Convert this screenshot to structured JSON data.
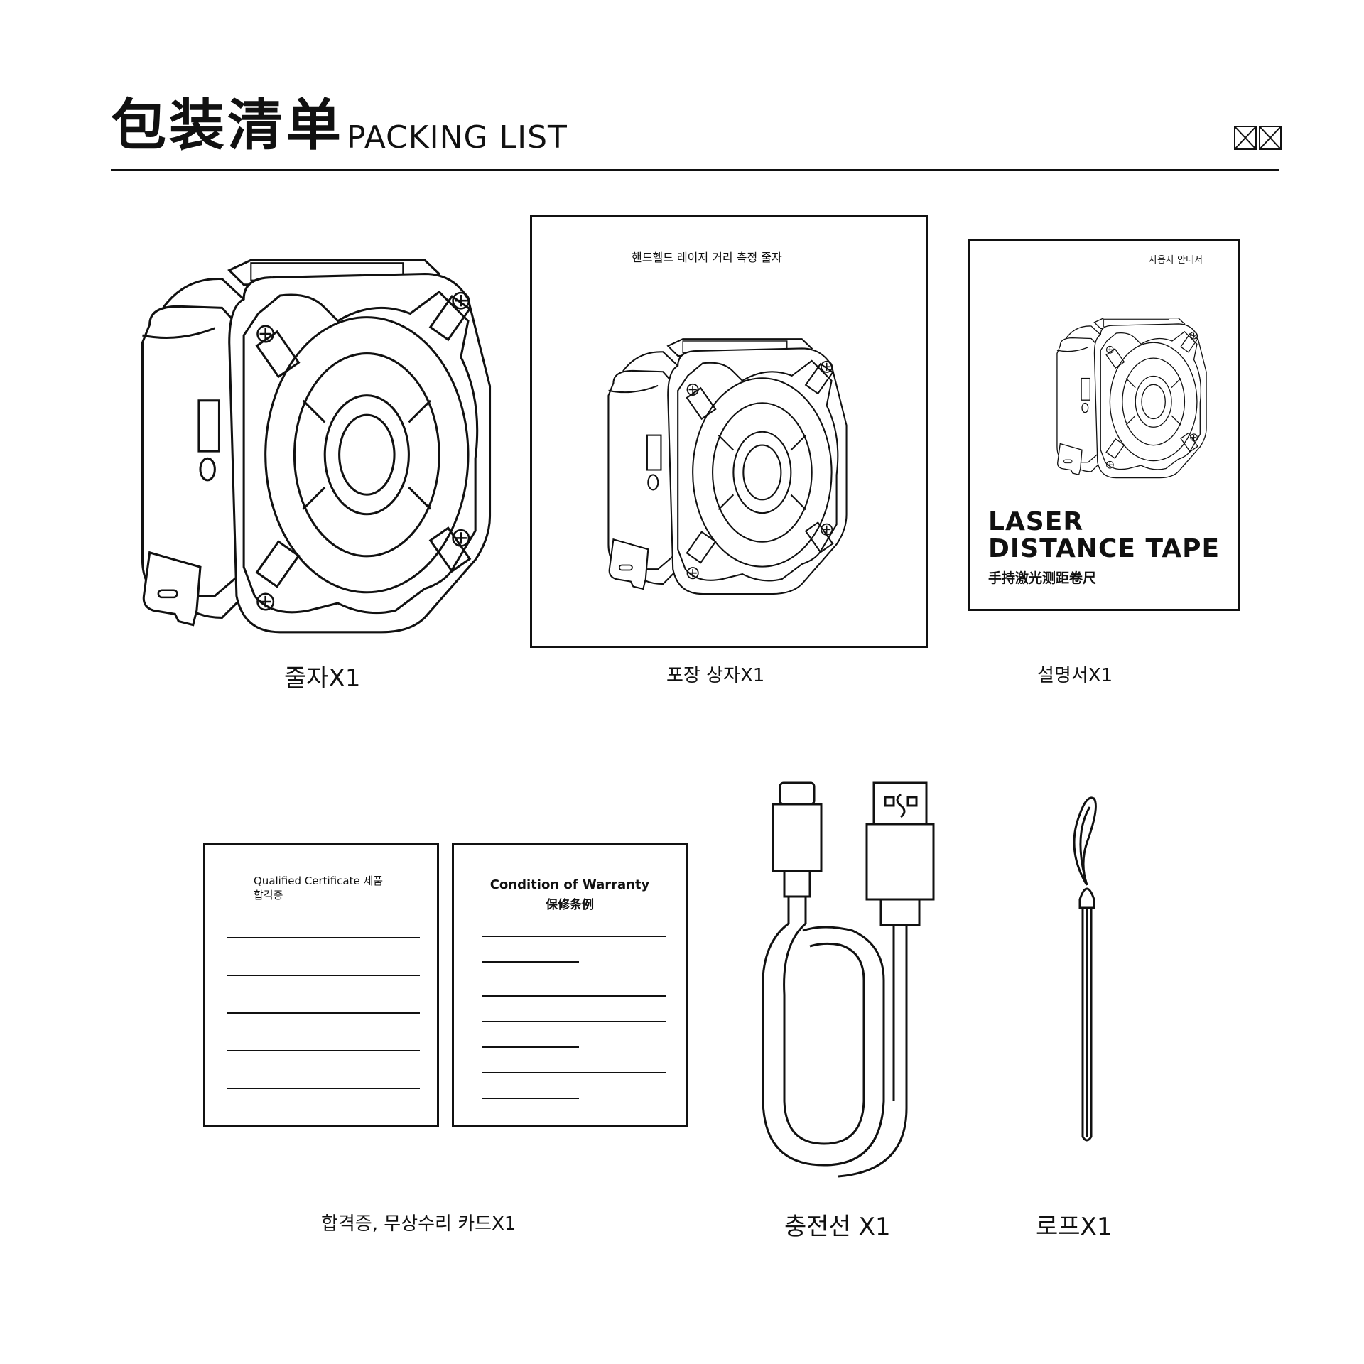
{
  "header": {
    "title_cn": "包装清单",
    "title_en": "PACKING LIST"
  },
  "box": {
    "label": "핸드헬드 레이저 거리 측정 줄자"
  },
  "manual": {
    "top_label": "사용자 안내서",
    "title_line1": "LASER",
    "title_line2": "DISTANCE TAPE",
    "subtitle": "手持激光测距卷尺"
  },
  "certificate": {
    "line1": "Qualified Certificate 제품",
    "line2": "합격증"
  },
  "warranty": {
    "line1": "Condition of Warranty",
    "line2": "保修条例"
  },
  "captions": {
    "tape": "줄자X1",
    "box": "포장 상자X1",
    "manual": "설명서X1",
    "cards": "합격증, 무상수리 카드X1",
    "cable": "충전선 X1",
    "rope": "로프X1"
  },
  "icons": {
    "device": "laser-tape-measure-icon",
    "cable": "usb-charging-cable-icon",
    "rope": "lanyard-icon"
  }
}
